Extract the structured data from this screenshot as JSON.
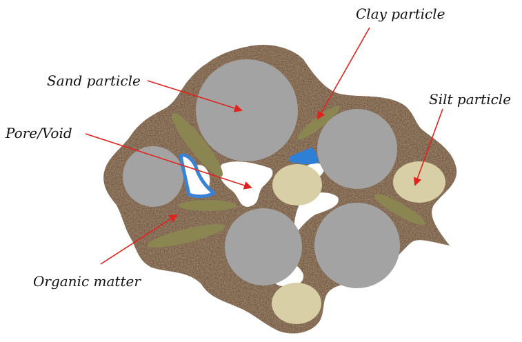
{
  "labels": {
    "clay": "Clay particle",
    "sand": "Sand particle",
    "silt": "Silt particle",
    "pore": "Pore/Void",
    "organic": "Organic matter"
  },
  "colors": {
    "soil_matrix": "#5a3a22",
    "sand": "#a3a3a3",
    "silt": "#d8cfa6",
    "organic_matter": "#8b8552",
    "water": "#2e7fd6",
    "arrow": "#e0231e",
    "void": "#ffffff"
  },
  "icons": {
    "arrow": "red-arrow"
  }
}
